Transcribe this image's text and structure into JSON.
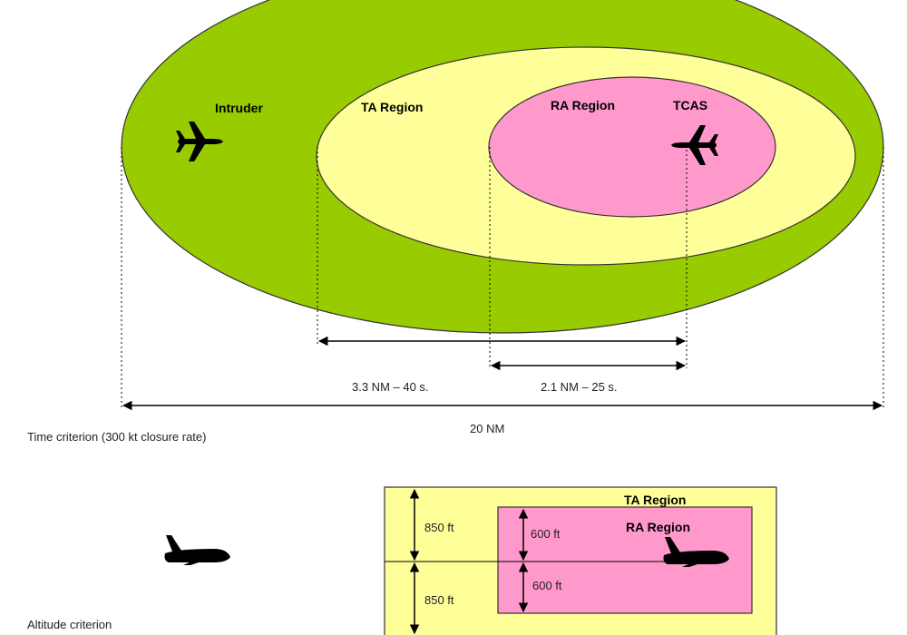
{
  "top_diagram": {
    "labels": {
      "intruder": "Intruder",
      "ta_region": "TA Region",
      "ra_region": "RA Region",
      "tcas": "TCAS"
    },
    "dimensions": {
      "ta": "3.3 NM – 40 s.",
      "ra": "2.1 NM – 25 s.",
      "total": "20 NM"
    },
    "caption": "Time criterion (300 kt closure rate)"
  },
  "bottom_diagram": {
    "labels": {
      "ta_region": "TA Region",
      "ra_region": "RA Region"
    },
    "dimensions": {
      "ta_upper": "850 ft",
      "ta_lower": "850 ft",
      "ra_upper": "600 ft",
      "ra_lower": "600 ft"
    },
    "caption": "Altitude criterion"
  },
  "colors": {
    "outer_region": "#99cc00",
    "ta_region": "#ffff99",
    "ra_region": "#ff99cc"
  },
  "icons": [
    "airplane-top-icon",
    "airplane-side-icon"
  ]
}
